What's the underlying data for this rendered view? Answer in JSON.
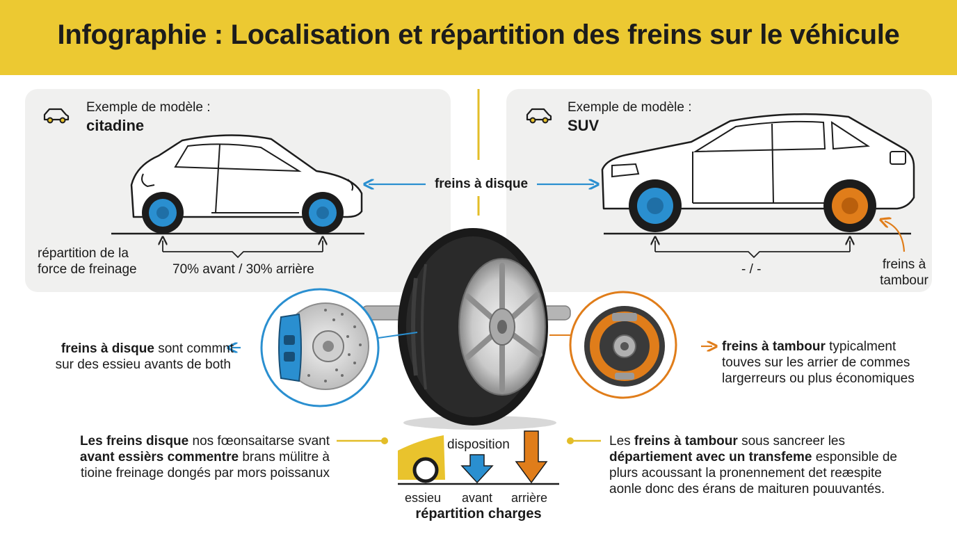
{
  "title": "Infographie : Localisation et répartition des freins sur le véhicule",
  "colors": {
    "banner": "#ecc932",
    "disc_blue": "#2a8fd0",
    "drum_orange": "#e07d1a",
    "panel_bg": "#f0f0ef",
    "dark": "#1c1c1c"
  },
  "left_panel": {
    "example_label": "Exemple de modèle :",
    "model": "citadine",
    "icon": "car-icon",
    "distribution_label_line1": "répartition de la",
    "distribution_label_line2": "force de freinage",
    "distribution_value": "70% avant / 30% arrière"
  },
  "right_panel": {
    "example_label": "Exemple de modèle :",
    "model": "SUV",
    "icon": "car-icon",
    "distribution_value": "- / -",
    "drum_label_line1": "freins à",
    "drum_label_line2": "tambour"
  },
  "center_label": "freins à disque",
  "disc_callout": {
    "bold": "freins à disque",
    "rest_line1": " sont commnt",
    "line2": "sur des essieu avants de both"
  },
  "drum_callout": {
    "bold": "freins à tambour",
    "rest_line1": " typicalment",
    "line2": "touves sur les arrier de commes",
    "line3": "largerreurs ou plus économiques"
  },
  "bottom_left_text": {
    "line1_bold": "Les freins  disque",
    "line1_rest": " nos fœonsaitarse svant",
    "line2_bold": "avant essièrs commentre",
    "line2_rest": " brans mülitre à",
    "line3": "tioine freinage dongés par mors poissanux"
  },
  "bottom_right_text": {
    "line1_pre": "Les ",
    "line1_bold": "freins à tambour",
    "line1_rest": "  sous sancreer les",
    "line2_bold": "départiement avec un transfeme",
    "line2_rest": " esponsible de",
    "line3": "plurs acoussant la pronennement det reæspite",
    "line4": "aonle donc des érans de maituren pouuvantés."
  },
  "load_diagram": {
    "heading": "disposition",
    "label_axle": "essieu",
    "label_front": "avant",
    "label_rear": "arrière",
    "caption": "répartition charges"
  }
}
